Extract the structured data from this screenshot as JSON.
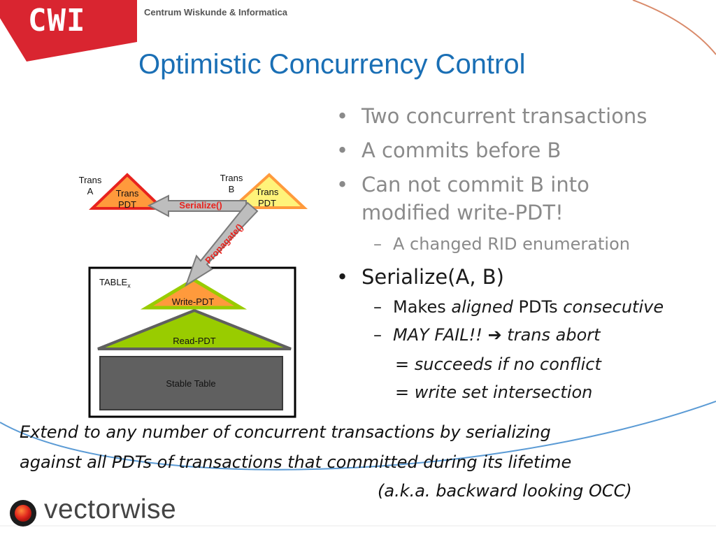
{
  "header": {
    "logo_text": "CWI",
    "org_name": "Centrum Wiskunde & Informatica",
    "brand_color": "#d92530"
  },
  "title": "Optimistic Concurrency Control",
  "bullets": {
    "b1": "Two concurrent transactions",
    "b2": "A commits before B",
    "b3_line1": "Can not commit B into",
    "b3_line2": "modified write-PDT!",
    "b3_sub": "A changed RID enumeration",
    "b4": "Serialize(A, B)",
    "b4_sub1_a": "Makes ",
    "b4_sub1_b": "aligned",
    "b4_sub1_c": " PDTs ",
    "b4_sub1_d": "consecutive",
    "b4_sub2_a": "MAY FAIL!! ",
    "b4_sub2_arrow": "➔",
    "b4_sub2_b": " trans abort",
    "b4_sub3": "= succeeds if no conflict",
    "b4_sub4": "= write set intersection",
    "bullet_glyph": "•",
    "dash_glyph": "–"
  },
  "diagram": {
    "trans_a_label_1": "Trans",
    "trans_a_label_2": "A",
    "trans_b_label_1": "Trans",
    "trans_b_label_2": "B",
    "pdt_a_1": "Trans",
    "pdt_a_2": "PDT",
    "pdt_b_1": "Trans",
    "pdt_b_2": "PDT",
    "serialize": "Serialize()",
    "propagate": "Propagate()",
    "table_label": "TABLE",
    "table_sub": "x",
    "write_pdt": "Write-PDT",
    "read_pdt": "Read-PDT",
    "stable_table": "Stable Table"
  },
  "footer": {
    "line1": "Extend to any number of concurrent transactions by serializing",
    "line2": "against all PDTs of transactions that committed during its lifetime",
    "line3": "(a.k.a. backward looking OCC)"
  },
  "vectorwise": {
    "brand": "vectorwise"
  }
}
